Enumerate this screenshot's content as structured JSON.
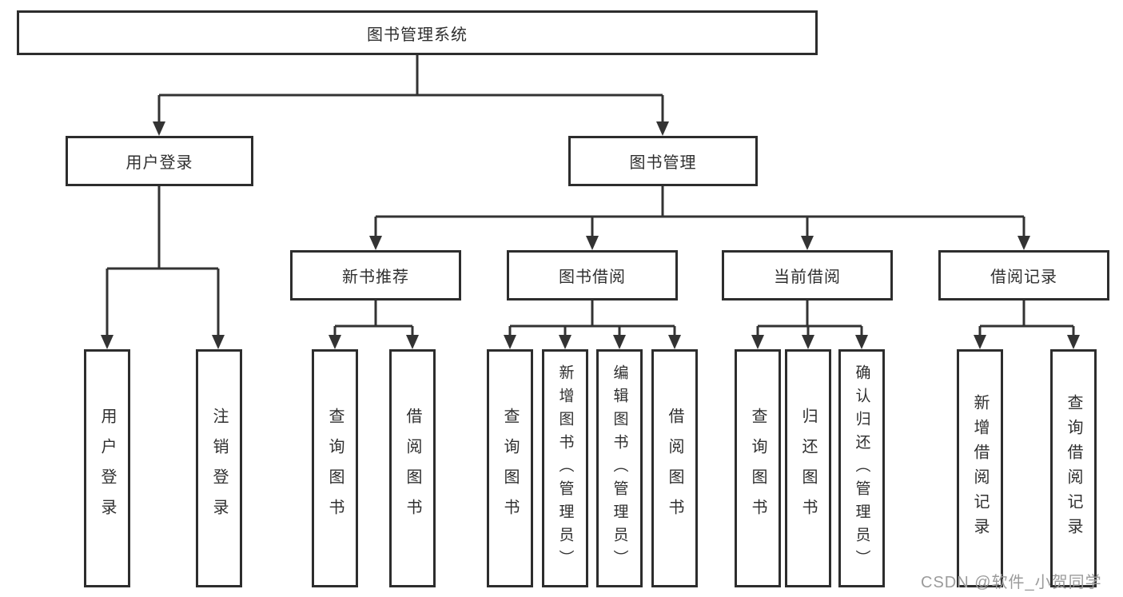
{
  "diagram": {
    "title": "图书管理系统",
    "line_color": "#333333",
    "box_border_color": "#2d2d2d",
    "text_color": "#2f2f2f",
    "level2": [
      {
        "label": "用户登录"
      },
      {
        "label": "图书管理"
      }
    ],
    "level3": [
      {
        "label": "新书推荐"
      },
      {
        "label": "图书借阅"
      },
      {
        "label": "当前借阅"
      },
      {
        "label": "借阅记录"
      }
    ],
    "leaves": {
      "user_login": [
        {
          "label": "用户登录"
        },
        {
          "label": "注销登录"
        }
      ],
      "new_book": [
        {
          "label": "查询图书"
        },
        {
          "label": "借阅图书"
        }
      ],
      "book_borrow": [
        {
          "label": "查询图书"
        },
        {
          "label": "新增图书（管理员）"
        },
        {
          "label": "编辑图书（管理员）"
        },
        {
          "label": "借阅图书"
        }
      ],
      "current_borrow": [
        {
          "label": "查询图书"
        },
        {
          "label": "归还图书"
        },
        {
          "label": "确认归还（管理员）"
        }
      ],
      "borrow_record": [
        {
          "label": "新增借阅记录"
        },
        {
          "label": "查询借阅记录"
        }
      ]
    }
  },
  "watermark": {
    "text": "CSDN @软件_小贺同学",
    "color": "#9b9b9b"
  }
}
